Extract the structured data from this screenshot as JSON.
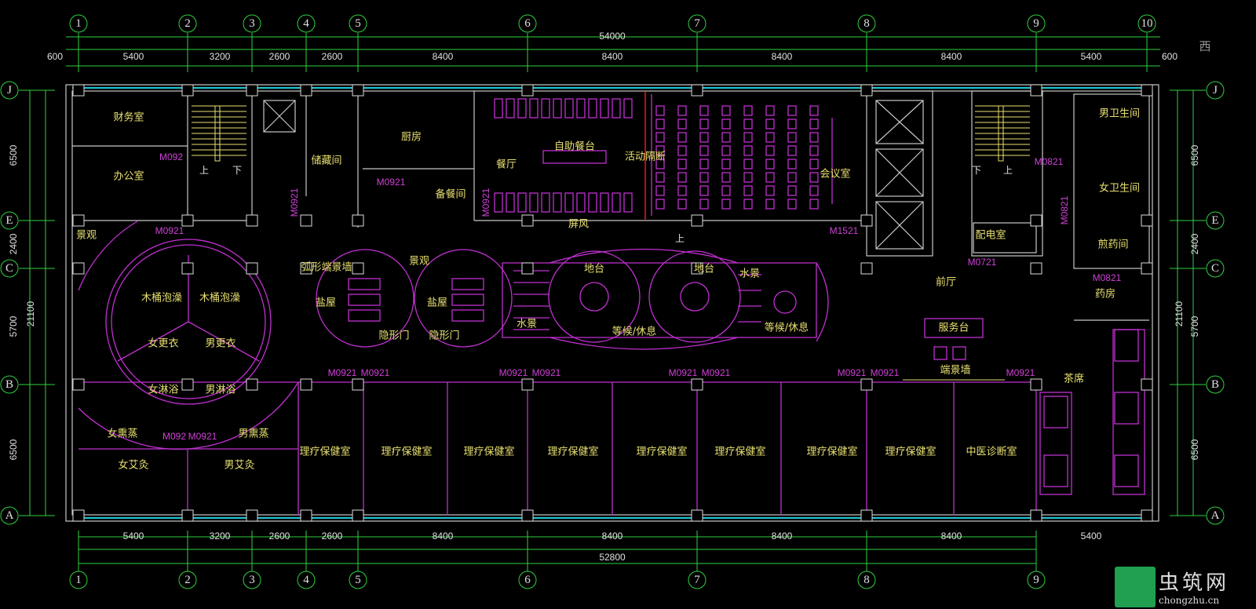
{
  "drawing": {
    "total_dim_top": "54000",
    "total_dim_bottom": "52800",
    "top_dims": [
      "600",
      "5400",
      "3200",
      "2600",
      "2600",
      "8400",
      "8400",
      "8400",
      "8400",
      "5400",
      "600"
    ],
    "bottom_dims": [
      "5400",
      "3200",
      "2600",
      "2600",
      "8400",
      "8400",
      "8400",
      "8400",
      "5400"
    ],
    "left_dims": [
      "6500",
      "2400",
      "5700",
      "6500"
    ],
    "left_total": "21100",
    "right_dims": [
      "6500",
      "2400",
      "5700",
      "6500"
    ],
    "right_total": "21100",
    "col_axes": [
      "1",
      "2",
      "3",
      "4",
      "5",
      "6",
      "7",
      "8",
      "9",
      "10"
    ],
    "bottom_col_axes": [
      "1",
      "2",
      "3",
      "4",
      "5",
      "6",
      "7",
      "8",
      "9"
    ],
    "row_axes": [
      "J",
      "E",
      "C",
      "B",
      "A"
    ],
    "compass_label": "西",
    "rooms": [
      "财务室",
      "办公室",
      "储藏间",
      "厨房",
      "餐厅",
      "自助餐台",
      "活动隔断",
      "会议室",
      "男卫生间",
      "女卫生间",
      "配电室",
      "煎药间",
      "药房",
      "前厅",
      "服务台",
      "端景墙",
      "茶席",
      "景观",
      "弧形端景墙",
      "景观",
      "盐屋",
      "盐屋",
      "隐形门",
      "隐形门",
      "地台",
      "地台",
      "水景",
      "水景",
      "等候/休息",
      "等候/休息",
      "屏风",
      "备餐间",
      "木桶泡澡",
      "木桶泡澡",
      "女更衣",
      "男更衣",
      "女淋浴",
      "男淋浴",
      "女熏蒸",
      "男熏蒸",
      "女艾灸",
      "男艾灸",
      "理疗保健室",
      "理疗保健室",
      "理疗保健室",
      "理疗保健室",
      "理疗保健室",
      "理疗保健室",
      "理疗保健室",
      "理疗保健室",
      "中医诊断室"
    ],
    "doors": [
      "M092",
      "M0921",
      "M0921",
      "M0921",
      "M0921",
      "M1521",
      "M0821",
      "M0821",
      "M0721",
      "M0821",
      "M0921",
      "M0921",
      "M0921",
      "M0921",
      "M0921",
      "M0921",
      "M0921",
      "M0921",
      "M0921",
      "M092",
      "M0921"
    ],
    "stair_marks": [
      "上",
      "下",
      "上",
      "下",
      "上"
    ]
  },
  "watermark": {
    "name": "虫筑网",
    "url": "chongzhu.cn"
  }
}
